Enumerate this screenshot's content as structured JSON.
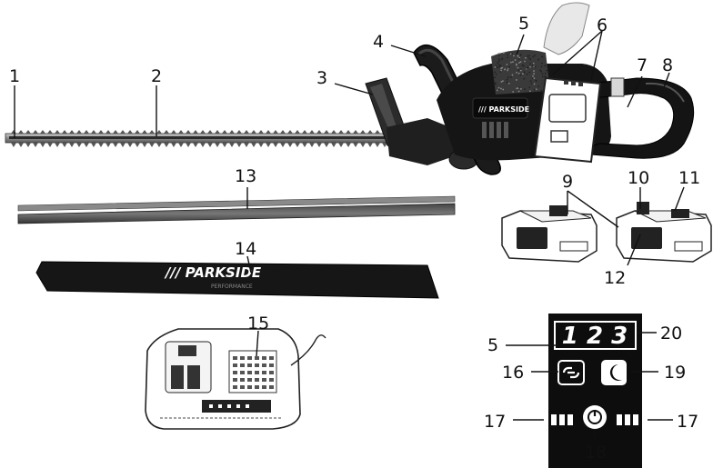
{
  "labels": {
    "l1": "1",
    "l2": "2",
    "l3": "3",
    "l4": "4",
    "l5": "5",
    "l6": "6",
    "l7": "7",
    "l8": "8",
    "l9": "9",
    "l10": "10",
    "l11": "11",
    "l12": "12",
    "l13": "13",
    "l14": "14",
    "l15": "15",
    "p5": "5",
    "l16": "16",
    "l17a": "17",
    "l17b": "17",
    "l18": "18",
    "l19": "19",
    "l20": "20"
  },
  "brand": {
    "blade_cover": "/// PARKSIDE",
    "blade_cover_sub": "PERFORMANCE",
    "tool": "/// PARKSIDE"
  },
  "display": {
    "digits": "1 2 3"
  },
  "icons": {
    "mode": "link-icon",
    "turbo": "moon-icon",
    "power": "power-button-icon"
  },
  "colors": {
    "body": "#1a1a1a",
    "panel": "#0d0d0d",
    "accent_white": "#ffffff",
    "blade": "#7a7a7a"
  }
}
